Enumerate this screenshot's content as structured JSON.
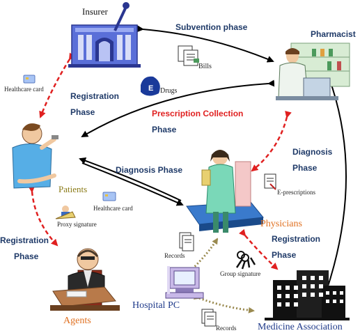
{
  "entities": {
    "insurer": "Insurer",
    "pharmacist": "Pharmacist",
    "patients": "Patients",
    "physicians": "Physicians",
    "agents": "Agents",
    "hospital_pc": "Hospital PC",
    "medicine_association": "Medicine Association"
  },
  "phases": {
    "subvention": "Subvention phase",
    "registration_1a": "Registration",
    "registration_1b": "Phase",
    "prescription_a": "Prescription Collection",
    "prescription_b": "Phase",
    "diagnosis_right_a": "Diagnosis",
    "diagnosis_right_b": "Phase",
    "diagnosis_mid": "Diagnosis Phase",
    "registration_2a": "Registration",
    "registration_2b": "Phase",
    "registration_3a": "Registration",
    "registration_3b": "Phase"
  },
  "items": {
    "bills": "Bills",
    "drugs": "Drugs",
    "healthcare_card_top": "Healthcare card",
    "healthcare_card_mid": "Healthcare card",
    "e_prescriptions": "E-prescriptions",
    "proxy_signature": "Proxy signature",
    "records_mid": "Records",
    "records_bottom": "Records",
    "group_signature": "Group signature"
  },
  "colors": {
    "phase_text": "#1f3a68",
    "prescription_text": "#e02020",
    "dashed_red": "#e02020",
    "dotted_olive": "#9a8a50"
  }
}
